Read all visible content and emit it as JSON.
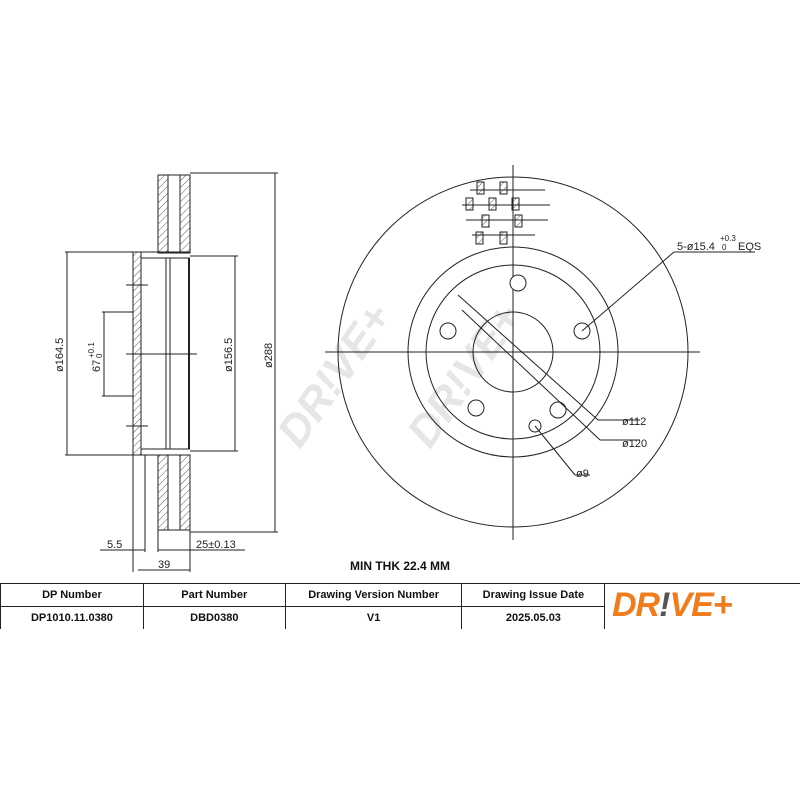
{
  "side_view": {
    "dia_outer": "ø288",
    "dia_hub": "ø164.5",
    "dia_inner": "ø156.5",
    "bore_main": "67",
    "bore_tol_upper": "+0.1",
    "bore_tol_lower": "0",
    "offset_small": "5.5",
    "thickness": "25±0.13",
    "height": "39"
  },
  "front_view": {
    "bolt_holes_prefix": "5-ø15.4",
    "bolt_holes_tol_upper": "+0.3",
    "bolt_holes_tol_lower": "0",
    "bolt_holes_suffix": "EQS",
    "pcd": "ø112",
    "centering": "ø120",
    "small_hole": "ø9"
  },
  "min_thickness": "MIN THK 22.4 MM",
  "table": {
    "headers": [
      "DP Number",
      "Part Number",
      "Drawing Version Number",
      "Drawing Issue Date"
    ],
    "values": [
      "DP1010.11.0380",
      "DBD0380",
      "V1",
      "2025.05.03"
    ]
  },
  "logo": {
    "text_a": "DR",
    "text_b": "!",
    "text_c": "VE+",
    "color": "#f07c1e"
  }
}
